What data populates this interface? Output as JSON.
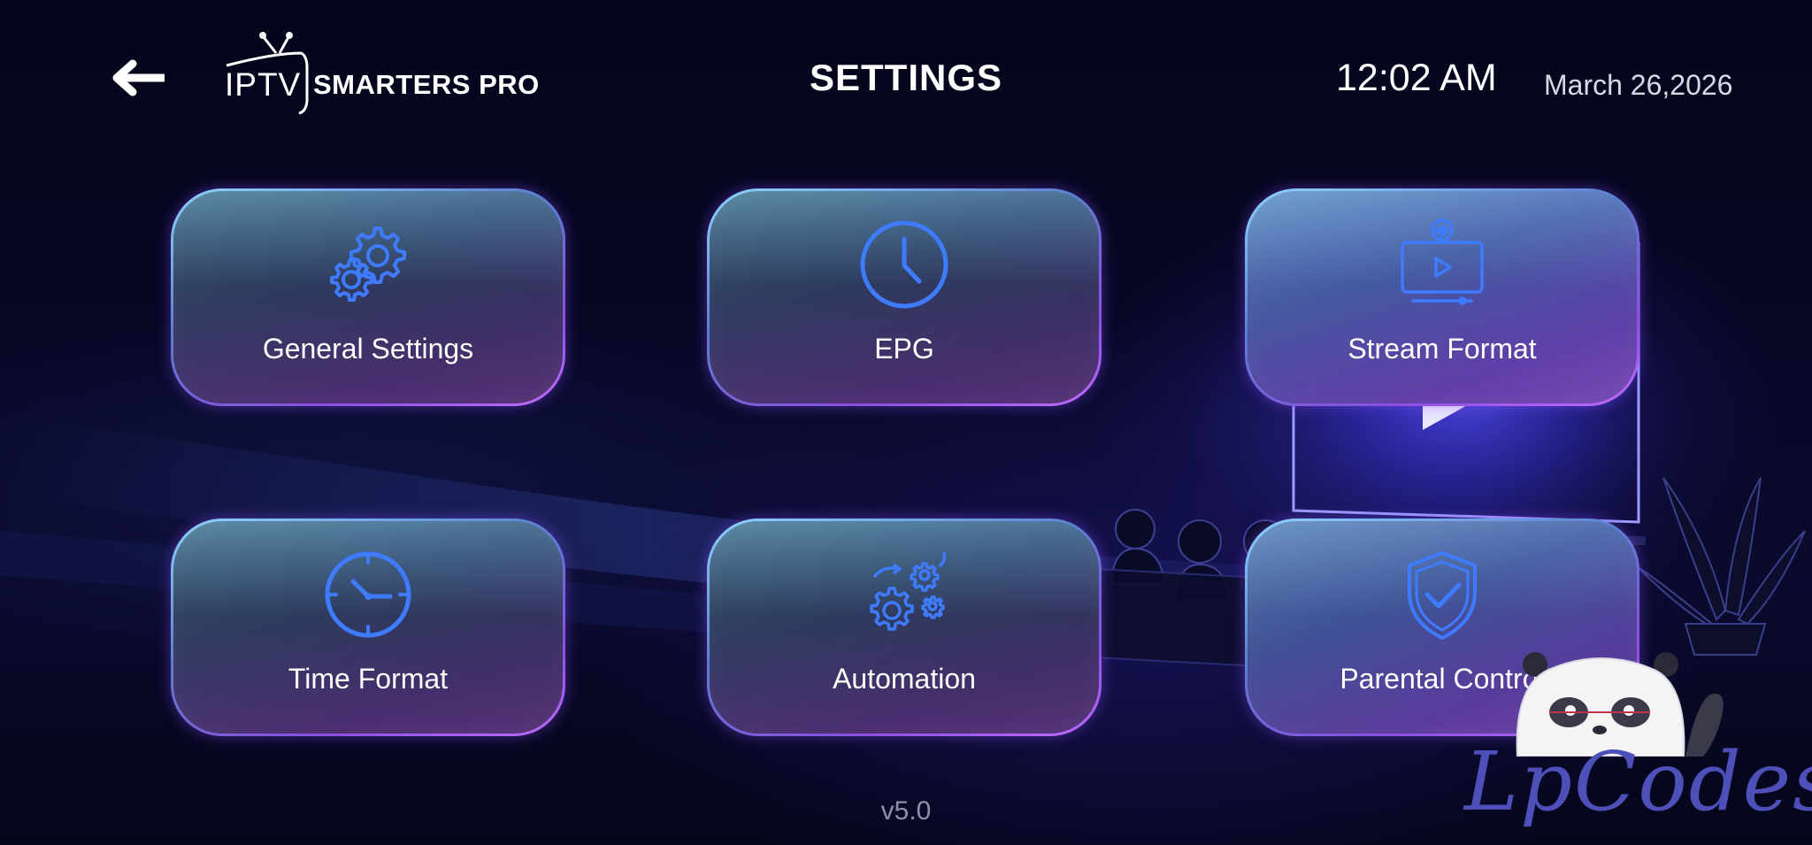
{
  "header": {
    "logo_iptv": "IPTV",
    "logo_smarters": "SMARTERS PRO",
    "title": "SETTINGS",
    "time": "12:02 AM",
    "date": "March 26,2026"
  },
  "tiles": [
    {
      "label": "General Settings",
      "icon": "gears-icon"
    },
    {
      "label": "EPG",
      "icon": "clock-icon"
    },
    {
      "label": "Stream Format",
      "icon": "stream-screen-icon"
    },
    {
      "label": "Time Format",
      "icon": "time-clock-icon"
    },
    {
      "label": "Automation",
      "icon": "automation-gears-icon"
    },
    {
      "label": "Parental Control",
      "icon": "shield-check-icon"
    }
  ],
  "footer": {
    "version": "v5.0"
  },
  "watermark": {
    "text": "LpCodes"
  },
  "colors": {
    "icon_blue": "#3f7bff",
    "tile_border_top": "#8fd3ff",
    "tile_border_bottom": "#c06cff",
    "background": "#05051a"
  }
}
